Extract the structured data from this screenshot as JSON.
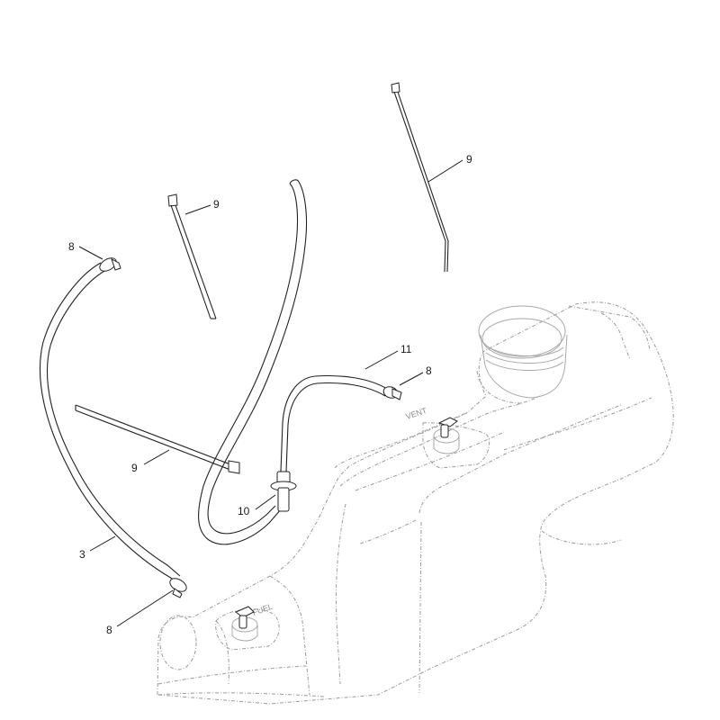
{
  "callouts": [
    {
      "id": "c1",
      "text": "9"
    },
    {
      "id": "c2",
      "text": "9"
    },
    {
      "id": "c3",
      "text": "8"
    },
    {
      "id": "c4",
      "text": "11"
    },
    {
      "id": "c5",
      "text": "8"
    },
    {
      "id": "c6",
      "text": "9"
    },
    {
      "id": "c7",
      "text": "10"
    },
    {
      "id": "c8",
      "text": "3"
    },
    {
      "id": "c9",
      "text": "8"
    }
  ],
  "tank_labels": {
    "vent": "VENT",
    "fuel": "FUEL"
  },
  "colors": {
    "line": "#222222",
    "ghost": "#9a9a9a",
    "background": "#ffffff"
  }
}
